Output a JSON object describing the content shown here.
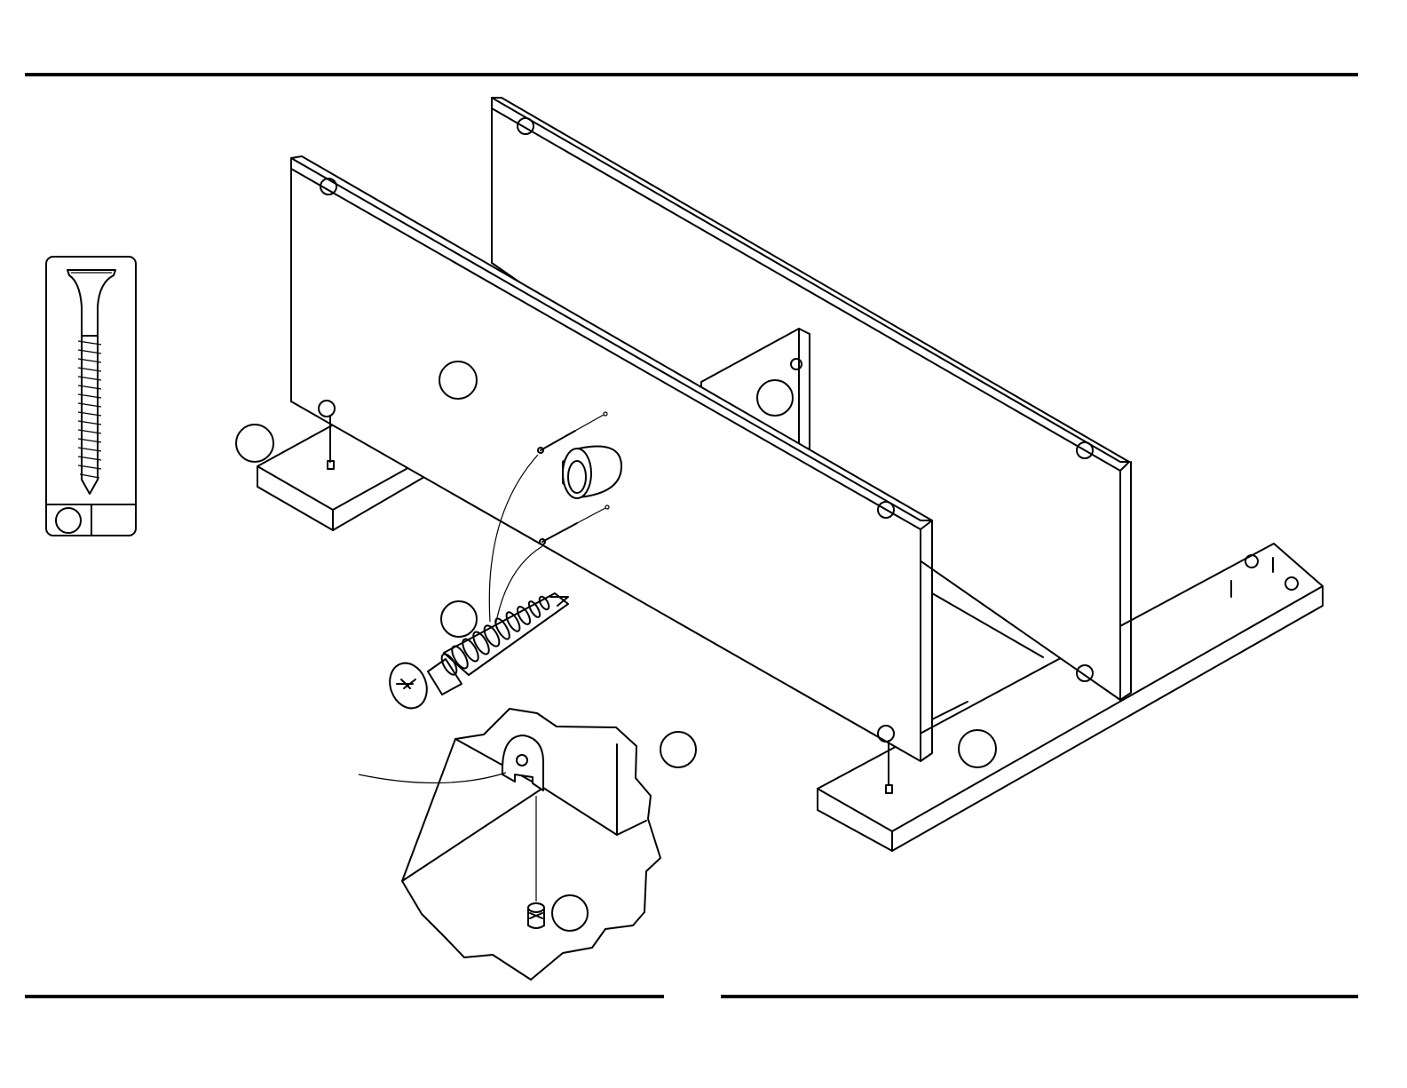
{
  "colors": {
    "ink": "#000000",
    "paper": "#ffffff"
  },
  "callouts": [
    {
      "id": "left-foot-label",
      "text": ""
    },
    {
      "id": "front-panel-label",
      "text": ""
    },
    {
      "id": "divider-label",
      "text": ""
    },
    {
      "id": "cam-bolt-label",
      "text": ""
    },
    {
      "id": "detail-cam-label",
      "text": ""
    },
    {
      "id": "right-foot-label",
      "text": ""
    },
    {
      "id": "detail-housing-label",
      "text": ""
    },
    {
      "id": "hardware-box-label",
      "text": ""
    }
  ],
  "icons": [
    "wood-screw-icon",
    "cam-bolt-icon",
    "cam-lock-icon",
    "dowel-icon",
    "foot-board-icon",
    "panel-icon"
  ]
}
